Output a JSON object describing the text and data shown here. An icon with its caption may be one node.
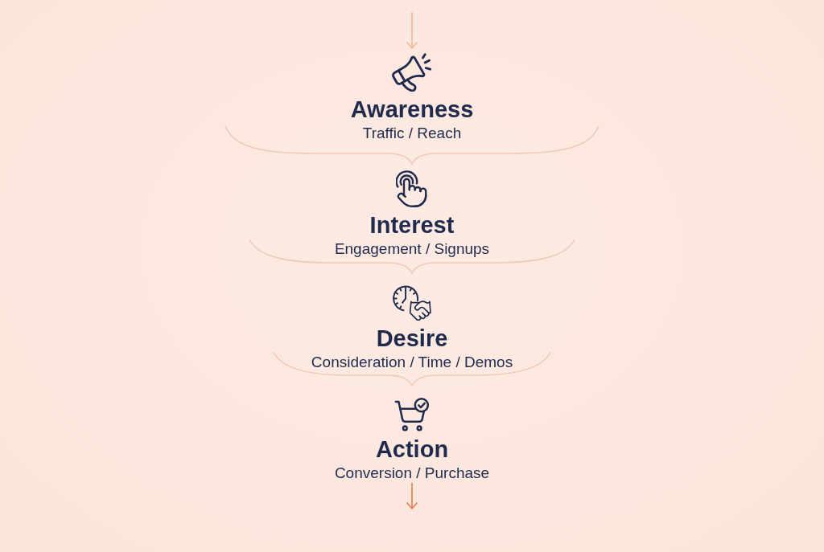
{
  "diagram": {
    "nodes": [
      {
        "text": [
          "Awareness",
          "Traffic / Reach"
        ]
      },
      {
        "text": [
          "Interest",
          "Engagement / Signups"
        ]
      },
      {
        "text": [
          "Desire",
          "Consideration / Time / Demos"
        ]
      },
      {
        "text": [
          "Action",
          "Conversion / Purchase"
        ]
      }
    ],
    "edges": [
      {
        "from": null,
        "to": 0,
        "arrow": "to",
        "color": "#ebb49b"
      },
      {
        "from": 3,
        "to": null,
        "arrow": "to",
        "color": "#ea7a48"
      }
    ]
  }
}
